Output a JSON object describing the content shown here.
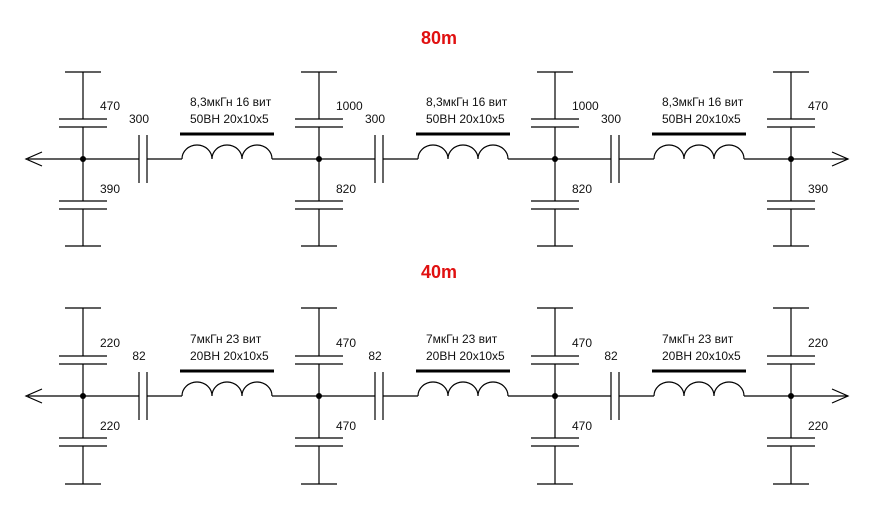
{
  "colors": {
    "title": "#e01010",
    "wire": "#000000",
    "background": "#ffffff"
  },
  "circuits": [
    {
      "title": "80m",
      "nodes": [
        {
          "top_cap": "470",
          "bottom_cap": "390"
        },
        {
          "top_cap": "1000",
          "bottom_cap": "820"
        },
        {
          "top_cap": "1000",
          "bottom_cap": "820"
        },
        {
          "top_cap": "470",
          "bottom_cap": "390"
        }
      ],
      "sections": [
        {
          "series_cap": "300",
          "inductor_line1": "8,3мкГн 16 вит",
          "inductor_line2": "50ВН 20x10x5"
        },
        {
          "series_cap": "300",
          "inductor_line1": "8,3мкГн 16 вит",
          "inductor_line2": "50ВН 20x10x5"
        },
        {
          "series_cap": "300",
          "inductor_line1": "8,3мкГн 16 вит",
          "inductor_line2": "50ВН 20x10x5"
        }
      ]
    },
    {
      "title": "40m",
      "nodes": [
        {
          "top_cap": "220",
          "bottom_cap": "220"
        },
        {
          "top_cap": "470",
          "bottom_cap": "470"
        },
        {
          "top_cap": "470",
          "bottom_cap": "470"
        },
        {
          "top_cap": "220",
          "bottom_cap": "220"
        }
      ],
      "sections": [
        {
          "series_cap": "82",
          "inductor_line1": "7мкГн 23 вит",
          "inductor_line2": "20ВН 20x10x5"
        },
        {
          "series_cap": "82",
          "inductor_line1": "7мкГн 23 вит",
          "inductor_line2": "20ВН 20x10x5"
        },
        {
          "series_cap": "82",
          "inductor_line1": "7мкГн 23 вит",
          "inductor_line2": "20ВН 20x10x5"
        }
      ]
    }
  ]
}
